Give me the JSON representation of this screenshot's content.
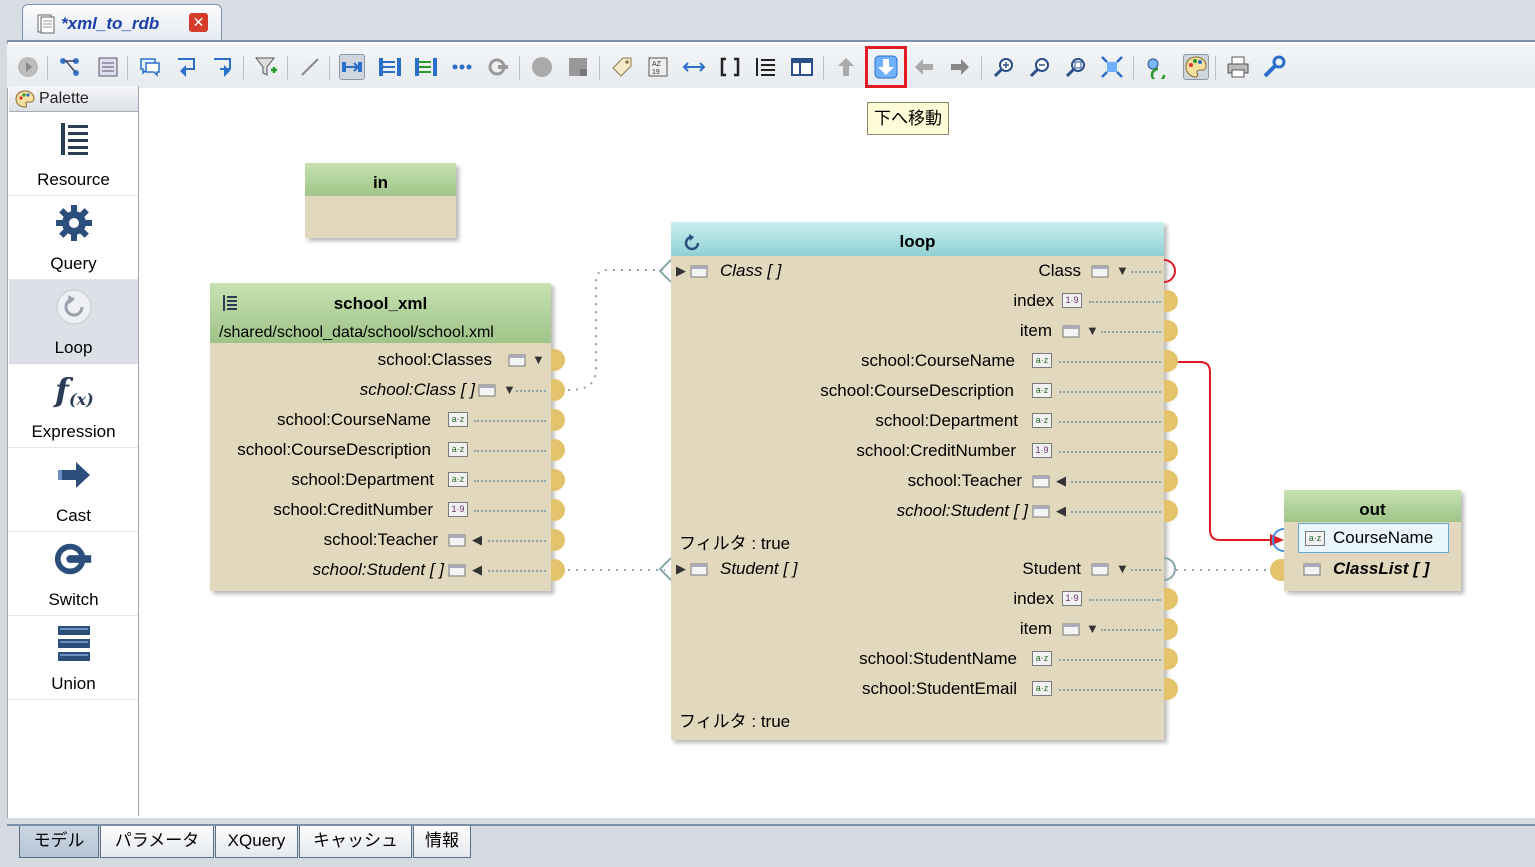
{
  "editor_tab": {
    "title": "*xml_to_rdb"
  },
  "tooltip": {
    "text": "下へ移動"
  },
  "palette": {
    "title": "Palette",
    "items": [
      {
        "label": "Resource",
        "icon": "resource-list-icon"
      },
      {
        "label": "Query",
        "icon": "gear-icon"
      },
      {
        "label": "Loop",
        "icon": "loop-icon"
      },
      {
        "label": "Expression",
        "icon": "function-icon"
      },
      {
        "label": "Cast",
        "icon": "arrow-right-icon"
      },
      {
        "label": "Switch",
        "icon": "switch-icon"
      },
      {
        "label": "Union",
        "icon": "union-icon"
      }
    ]
  },
  "nodes": {
    "in": {
      "title": "in"
    },
    "school_xml": {
      "title": "school_xml",
      "path": "/shared/school_data/school/school.xml",
      "rows": [
        {
          "label": "school:Classes",
          "type": "table"
        },
        {
          "label": "school:Class [ ]",
          "type": "table"
        },
        {
          "label": "school:CourseName",
          "type": "a-z"
        },
        {
          "label": "school:CourseDescription",
          "type": "a-z"
        },
        {
          "label": "school:Department",
          "type": "a-z"
        },
        {
          "label": "school:CreditNumber",
          "type": "1-9"
        },
        {
          "label": "school:Teacher",
          "type": "table"
        },
        {
          "label": "school:Student [ ]",
          "type": "table"
        }
      ]
    },
    "loop": {
      "title": "loop",
      "class_input": "Class [ ]",
      "class_rows": [
        "Class",
        "index",
        "item",
        "school:CourseName",
        "school:CourseDescription",
        "school:Department",
        "school:CreditNumber",
        "school:Teacher",
        "school:Student [ ]"
      ],
      "filter1": "フィルタ : true",
      "student_input": "Student [ ]",
      "student_rows": [
        "Student",
        "index",
        "item",
        "school:StudentName",
        "school:StudentEmail"
      ],
      "filter2": "フィルタ : true"
    },
    "out": {
      "title": "out",
      "rows": [
        "CourseName",
        "ClassList [ ]"
      ]
    }
  },
  "bottom_tabs": [
    {
      "label": "モデル",
      "active": true
    },
    {
      "label": "パラメータ",
      "active": false
    },
    {
      "label": "XQuery",
      "active": false
    },
    {
      "label": "キャッシュ",
      "active": false
    },
    {
      "label": "情報",
      "active": false
    }
  ],
  "colors": {
    "node_body": "#e2d8bd",
    "connector": "#e3c36b",
    "mapping_line": "#e01b24",
    "highlight": "#e01b24"
  }
}
